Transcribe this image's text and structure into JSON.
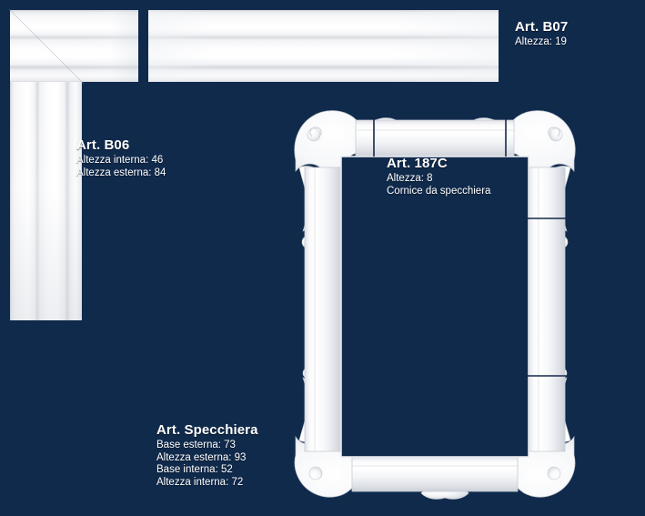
{
  "page": {
    "background_color": "#102a4c",
    "text_color": "#ffffff",
    "moulding_color": "#ffffff"
  },
  "products": {
    "b07": {
      "title": "Art. B07",
      "lines": [
        "Altezza: 19"
      ]
    },
    "b06": {
      "title": "Art. B06",
      "lines": [
        "Altezza interna: 46",
        "Altezza esterna: 84"
      ]
    },
    "c187": {
      "title": "Art. 187C",
      "lines": [
        "Altezza: 8",
        "Cornice da specchiera"
      ]
    },
    "specchiera": {
      "title": "Art. Specchiera",
      "lines": [
        "Base esterna: 73",
        "Altezza esterna: 93",
        "Base interna: 52",
        "Altezza interna: 72"
      ]
    }
  }
}
